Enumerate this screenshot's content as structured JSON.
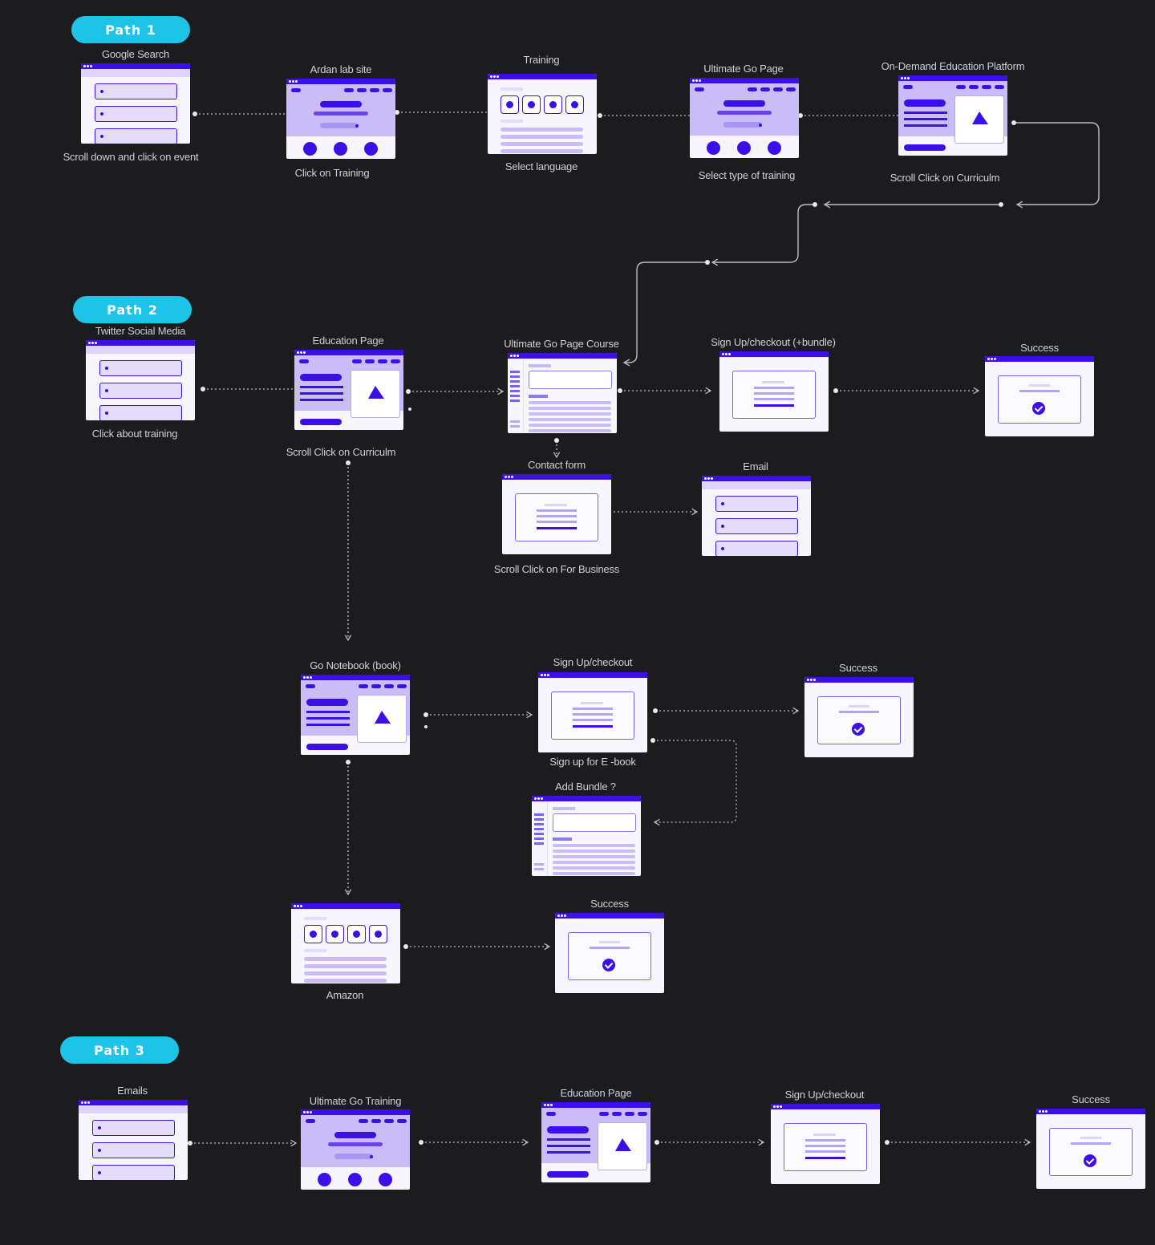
{
  "paths": {
    "p1": "Path 1",
    "p2": "Path 2",
    "p3": "Path 3"
  },
  "colors": {
    "background": "#1c1b1d",
    "pill": "#1ec3e8",
    "accent": "#3b10e6",
    "light": "#c9bcf7",
    "connector": "#bdbdc4"
  },
  "path1": {
    "google": {
      "title": "Google Search",
      "caption": "Scroll down and click on event"
    },
    "ardan": {
      "title": "Ardan lab site",
      "caption": "Click on Training"
    },
    "training": {
      "title": "Training",
      "caption": "Select language"
    },
    "ultimate": {
      "title": "Ultimate Go Page",
      "caption": "Select type of training"
    },
    "ondemand": {
      "title": "On-Demand Education Platform",
      "caption": "Scroll Click on Curriculm"
    }
  },
  "path2": {
    "twitter": {
      "title": "Twitter Social Media",
      "caption": "Click about training"
    },
    "education": {
      "title": "Education Page",
      "caption": "Scroll Click on Curriculm"
    },
    "course": {
      "title": "Ultimate Go Page Course"
    },
    "signup": {
      "title": "Sign Up/checkout (+bundle)"
    },
    "success": {
      "title": "Success"
    },
    "contact": {
      "title": "Contact form",
      "caption": "Scroll Click on For Business"
    },
    "email": {
      "title": "Email"
    },
    "notebook": {
      "title": "Go Notebook (book)"
    },
    "signup_book": {
      "title": "Sign Up/checkout",
      "caption": "Sign up for E -book"
    },
    "success_book": {
      "title": "Success"
    },
    "bundle": {
      "title": "Add Bundle ?"
    },
    "amazon": {
      "caption": "Amazon"
    },
    "success_amazon": {
      "title": "Success"
    }
  },
  "path3": {
    "emails": {
      "title": "Emails"
    },
    "ultimate_training": {
      "title": "Ultimate Go Training"
    },
    "education": {
      "title": "Education Page"
    },
    "signup": {
      "title": "Sign Up/checkout"
    },
    "success": {
      "title": "Success"
    }
  },
  "screen_types": {
    "google": "search-list",
    "ardan": "landing-dots",
    "training": "language-grid",
    "ultimate": "landing-dots",
    "ondemand": "image-page",
    "twitter": "search-list",
    "education": "image-page",
    "course": "sidebar-page",
    "signup": "form-card",
    "success": "success-card",
    "contact": "form-card",
    "email": "search-list",
    "notebook": "image-page",
    "bundle": "sidebar-page",
    "amazon": "language-grid"
  }
}
